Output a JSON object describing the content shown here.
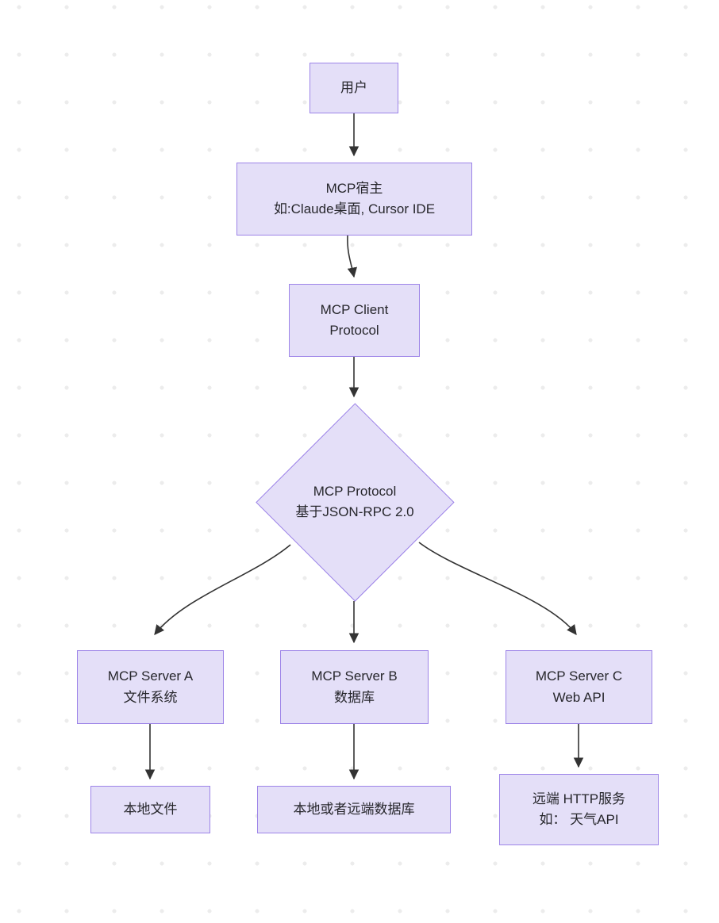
{
  "diagram": {
    "title": "MCP Architecture Flowchart",
    "colors": {
      "node_fill": "#e4dff8",
      "node_border": "#9d84e8",
      "edge_stroke": "#333333",
      "text": "#26262b",
      "background": "#ffffff",
      "grid_dot": "#ececec"
    },
    "nodes": [
      {
        "id": "user",
        "shape": "rect",
        "lines": [
          "用户"
        ]
      },
      {
        "id": "mcp-host",
        "shape": "rect",
        "lines": [
          "MCP宿主",
          "如:Claude桌面, Cursor IDE"
        ]
      },
      {
        "id": "mcp-client",
        "shape": "rect",
        "lines": [
          "MCP Client",
          "Protocol"
        ]
      },
      {
        "id": "mcp-protocol",
        "shape": "diamond",
        "lines": [
          "MCP Protocol",
          "基于JSON-RPC 2.0"
        ]
      },
      {
        "id": "server-a",
        "shape": "rect",
        "lines": [
          "MCP Server A",
          "文件系统"
        ]
      },
      {
        "id": "server-b",
        "shape": "rect",
        "lines": [
          "MCP Server B",
          "数据库"
        ]
      },
      {
        "id": "server-c",
        "shape": "rect",
        "lines": [
          "MCP Server C",
          "Web API"
        ]
      },
      {
        "id": "local-files",
        "shape": "rect",
        "lines": [
          "本地文件"
        ]
      },
      {
        "id": "database",
        "shape": "rect",
        "lines": [
          "本地或者远端数据库"
        ]
      },
      {
        "id": "http-service",
        "shape": "rect",
        "lines": [
          "远端 HTTP服务",
          "如： 天气API"
        ]
      }
    ],
    "edges": [
      {
        "from": "user",
        "to": "mcp-host"
      },
      {
        "from": "mcp-host",
        "to": "mcp-client"
      },
      {
        "from": "mcp-client",
        "to": "mcp-protocol"
      },
      {
        "from": "mcp-protocol",
        "to": "server-a"
      },
      {
        "from": "mcp-protocol",
        "to": "server-b"
      },
      {
        "from": "mcp-protocol",
        "to": "server-c"
      },
      {
        "from": "server-a",
        "to": "local-files"
      },
      {
        "from": "server-b",
        "to": "database"
      },
      {
        "from": "server-c",
        "to": "http-service"
      }
    ]
  }
}
